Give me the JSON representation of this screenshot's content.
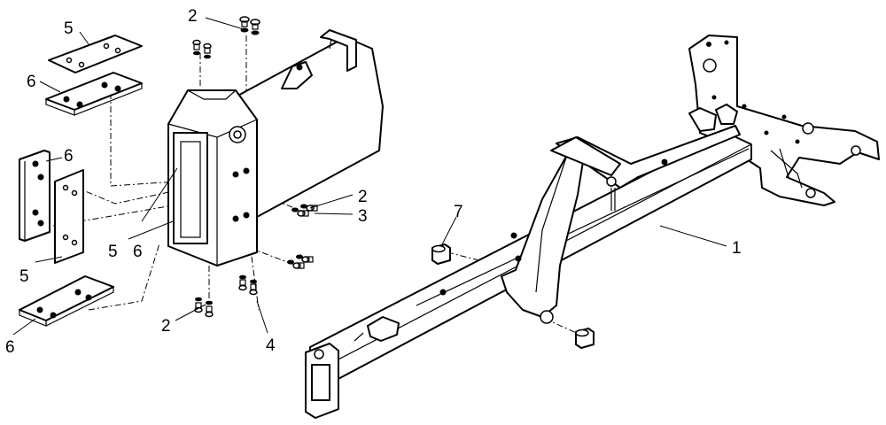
{
  "callouts": {
    "c2_top": "2",
    "c5_top": "5",
    "c6_top": "6",
    "c6_left": "6",
    "c2_right": "2",
    "c3_right": "3",
    "c5_mid": "5",
    "c6_mid": "6",
    "c5_left": "5",
    "c6_bottom": "6",
    "c2_bottom": "2",
    "c4_bottom": "4",
    "c7": "7",
    "c1": "1"
  }
}
